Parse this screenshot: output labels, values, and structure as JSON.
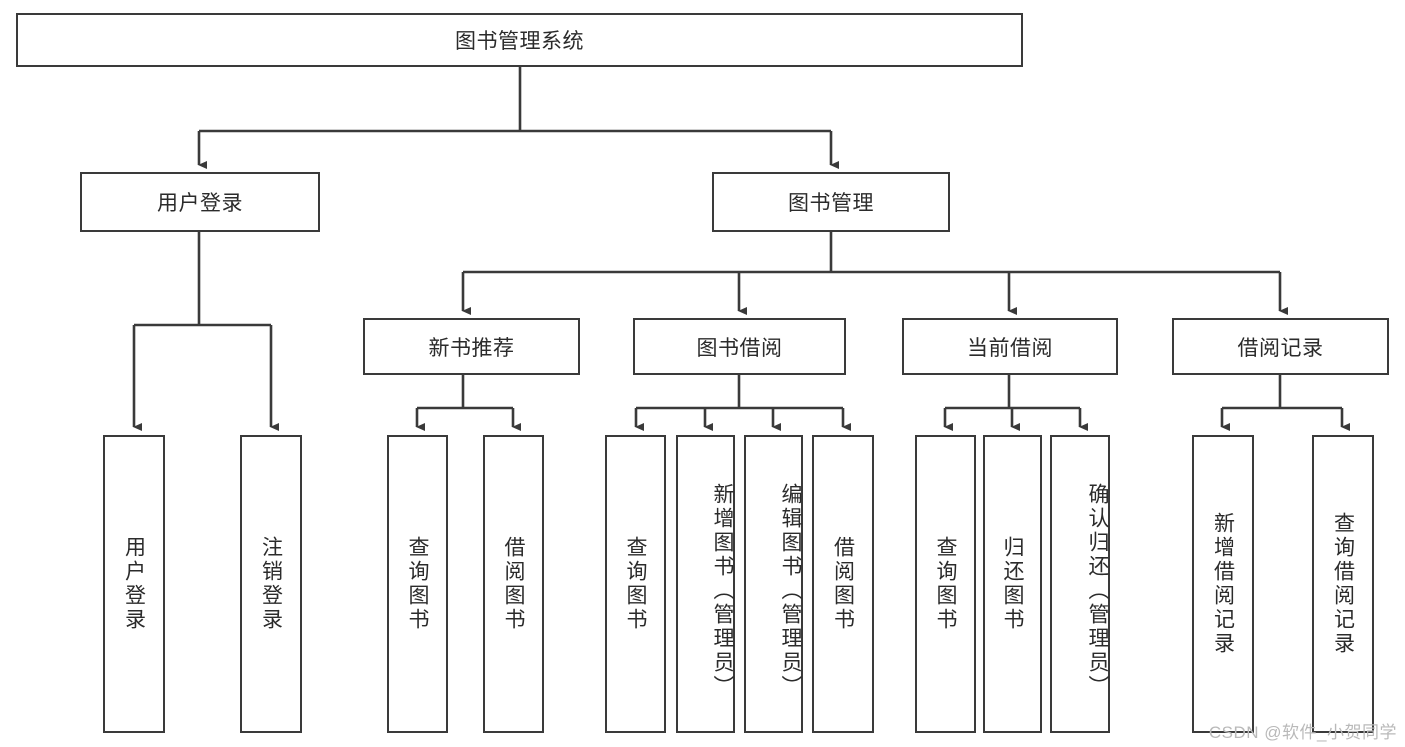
{
  "diagram": {
    "title": "图书管理系统",
    "type": "tree-hierarchy-chart",
    "watermark": "CSDN @软件_小贺同学",
    "colors": {
      "box_border": "#3a3a3a",
      "box_fill": "#ffffff",
      "connector": "#3a3a3a",
      "text": "#2b2b2b",
      "watermark": "#b9b9b9"
    },
    "nodes": {
      "root": {
        "label": "图书管理系统"
      },
      "level2": [
        {
          "id": "user-login",
          "label": "用户登录"
        },
        {
          "id": "book-management",
          "label": "图书管理"
        }
      ],
      "level3": [
        {
          "id": "new-book-recommend",
          "label": "新书推荐"
        },
        {
          "id": "book-borrow",
          "label": "图书借阅"
        },
        {
          "id": "current-borrow",
          "label": "当前借阅"
        },
        {
          "id": "borrow-record",
          "label": "借阅记录"
        }
      ],
      "leaves": {
        "user-login": [
          {
            "id": "leaf-user-login",
            "label": "用户登录"
          },
          {
            "id": "leaf-logout-login",
            "label": "注销登录"
          }
        ],
        "new-book-recommend": [
          {
            "id": "leaf-query-book-1",
            "label": "查询图书"
          },
          {
            "id": "leaf-borrow-book-1",
            "label": "借阅图书"
          }
        ],
        "book-borrow": [
          {
            "id": "leaf-query-book-2",
            "label": "查询图书"
          },
          {
            "id": "leaf-add-book",
            "label": "新增图书（管理员）"
          },
          {
            "id": "leaf-edit-book",
            "label": "编辑图书（管理员）"
          },
          {
            "id": "leaf-borrow-book-2",
            "label": "借阅图书"
          }
        ],
        "current-borrow": [
          {
            "id": "leaf-query-book-3",
            "label": "查询图书"
          },
          {
            "id": "leaf-return-book",
            "label": "归还图书"
          },
          {
            "id": "leaf-confirm-return",
            "label": "确认归还（管理员）"
          }
        ],
        "borrow-record": [
          {
            "id": "leaf-add-record",
            "label": "新增借阅记录"
          },
          {
            "id": "leaf-query-record",
            "label": "查询借阅记录"
          }
        ]
      }
    }
  }
}
